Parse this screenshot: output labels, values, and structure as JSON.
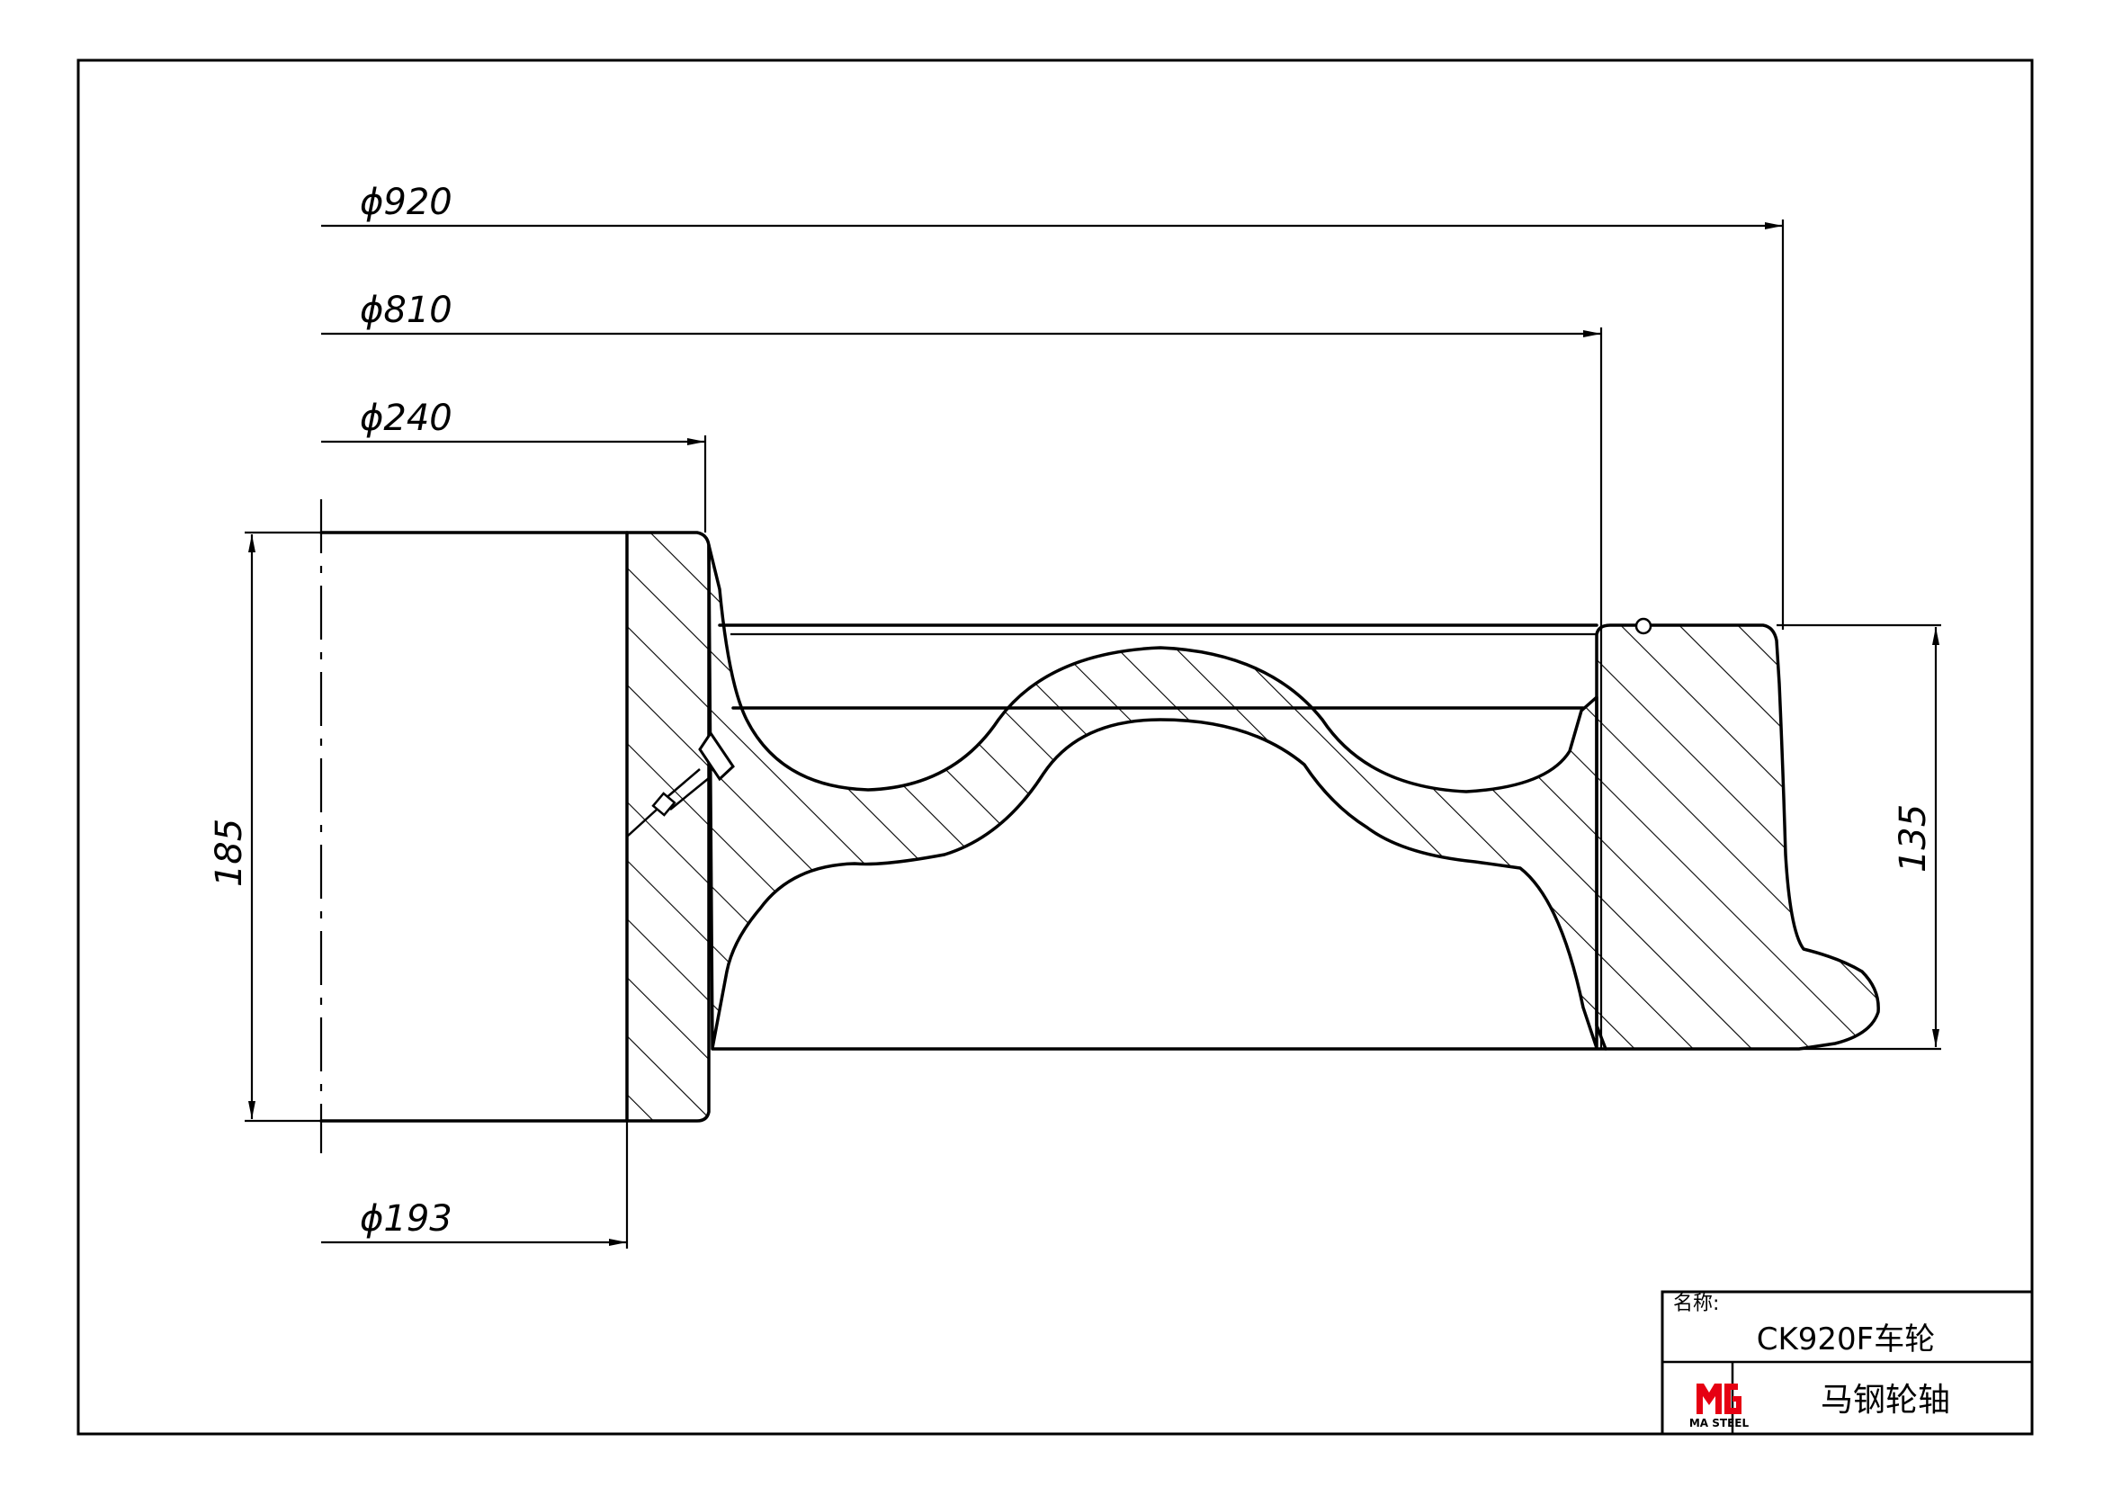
{
  "dimensions": {
    "d920": "ϕ920",
    "d810": "ϕ810",
    "d240": "ϕ240",
    "d193": "ϕ193",
    "h185": "185",
    "h135": "135"
  },
  "title_block": {
    "name_label": "名称:",
    "part_name": "CK920F车轮",
    "company": "马钢轮轴",
    "logo_text": "MA STEEL"
  },
  "colors": {
    "line": "#000000",
    "logo": "#e60012"
  }
}
